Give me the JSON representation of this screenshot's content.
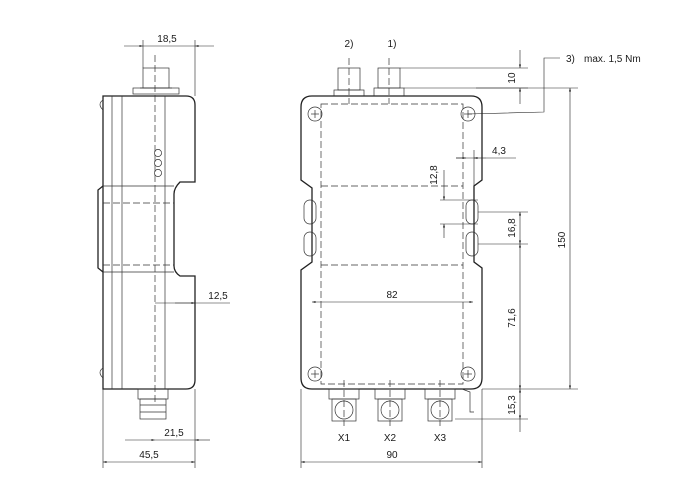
{
  "dimensions": {
    "top_width_side": "18,5",
    "plug_offset": "12,5",
    "bottom_plug": "21,5",
    "side_width": "45,5",
    "front_width": "90",
    "inner_width": "82",
    "hole_spacing": "4,3",
    "slot_height": "12,8",
    "slot_pitch": "16,8",
    "height_total": "150",
    "height_lower": "71,6",
    "bottom_connector": "15,3",
    "top_connector": "10"
  },
  "callouts": {
    "note1": "1)",
    "note2": "2)",
    "note3": "3)",
    "torque": "max. 1,5 Nm"
  },
  "connectors": [
    "X1",
    "X2",
    "X3"
  ]
}
